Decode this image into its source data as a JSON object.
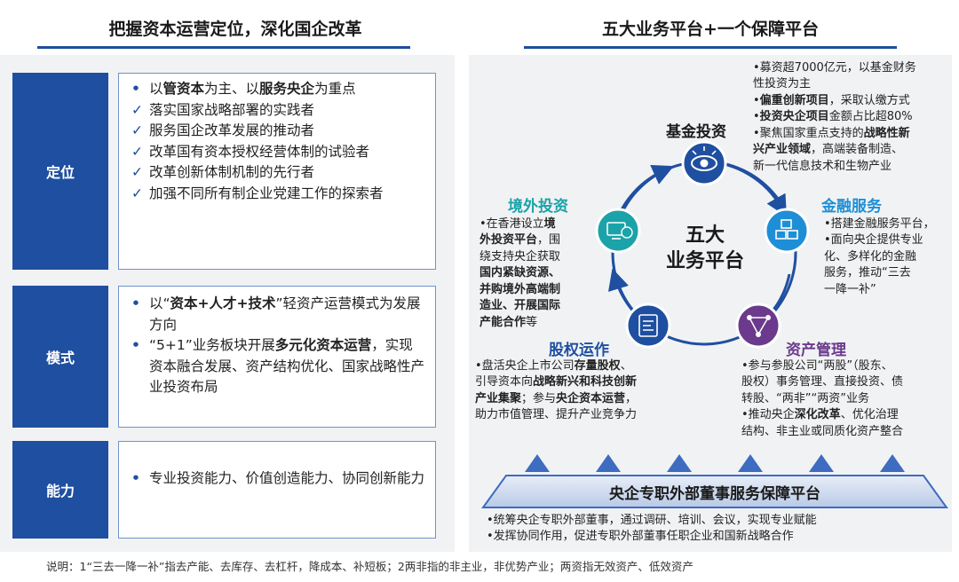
{
  "left_title": "把握资本运营定位，深化国企改革",
  "right_title": "五大业务平台+一个保障平台",
  "positioning": {
    "label": "定位",
    "items": [
      {
        "bullet": "•",
        "parts": [
          {
            "t": "以"
          },
          {
            "t": "管资本",
            "b": true
          },
          {
            "t": "为主、以"
          },
          {
            "t": "服务央企",
            "b": true
          },
          {
            "t": "为重点"
          }
        ]
      },
      {
        "bullet": "✓",
        "parts": [
          {
            "t": "落实国家战略部署的实践者"
          }
        ]
      },
      {
        "bullet": "✓",
        "parts": [
          {
            "t": "服务国企改革发展的推动者"
          }
        ]
      },
      {
        "bullet": "✓",
        "parts": [
          {
            "t": "改革国有资本授权经营体制的试验者"
          }
        ]
      },
      {
        "bullet": "✓",
        "parts": [
          {
            "t": "改革创新体制机制的先行者"
          }
        ]
      },
      {
        "bullet": "✓",
        "parts": [
          {
            "t": "加强不同所有制企业党建工作的探索者"
          }
        ]
      }
    ]
  },
  "mode": {
    "label": "模式",
    "items": [
      {
        "bullet": "•",
        "parts": [
          {
            "t": "以“"
          },
          {
            "t": "资本+人才+技术",
            "b": true
          },
          {
            "t": "”轻资产运营模式为发展方向"
          }
        ]
      },
      {
        "bullet": "•",
        "parts": [
          {
            "t": "“5+1”业务板块开展"
          },
          {
            "t": "多元化资本运营",
            "b": true
          },
          {
            "t": "，实现资本融合发展、资产结构优化、国家战略性产业投资布局"
          }
        ]
      }
    ]
  },
  "capability": {
    "label": "能力",
    "items": [
      {
        "bullet": "•",
        "parts": [
          {
            "t": "专业投资能力、价值创造能力、协同创新能力"
          }
        ]
      }
    ]
  },
  "center_label": [
    "五大",
    "业务平台"
  ],
  "platforms": {
    "fund": {
      "title": "基金投资",
      "icon": "eye-icon",
      "desc": [
        [
          {
            "t": "•募资超7000亿元，以基金财务"
          }
        ],
        [
          {
            "t": "性投资为主"
          }
        ],
        [
          {
            "t": "•"
          },
          {
            "t": "偏重创新项目",
            "b": true
          },
          {
            "t": "，采取认缴方式"
          }
        ],
        [
          {
            "t": "•"
          },
          {
            "t": "投资央企项目",
            "b": true
          },
          {
            "t": "金额占比超80%"
          }
        ],
        [
          {
            "t": "•聚焦国家重点支持的"
          },
          {
            "t": "战略性新",
            "b": true
          }
        ],
        [
          {
            "t": "兴产业领域",
            "b": true
          },
          {
            "t": "，高端装备制造、"
          }
        ],
        [
          {
            "t": "新一代信息技术和生物产业"
          }
        ]
      ]
    },
    "finance": {
      "title": "金融服务",
      "icon": "cubes-icon",
      "desc": [
        [
          {
            "t": "•搭建金融服务平台，"
          }
        ],
        [
          {
            "t": "•面向央企提供专业"
          }
        ],
        [
          {
            "t": "化、多样化的金融"
          }
        ],
        [
          {
            "t": "服务，推动“三去"
          }
        ],
        [
          {
            "t": "一降一补”"
          }
        ]
      ]
    },
    "asset": {
      "title": "资产管理",
      "icon": "network-icon",
      "desc": [
        [
          {
            "t": "•参与参股公司“两股”（股东、"
          }
        ],
        [
          {
            "t": "股权）事务管理、直接投资、债"
          }
        ],
        [
          {
            "t": "转股、“两非”“两资”业务"
          }
        ],
        [
          {
            "t": "•推动央企"
          },
          {
            "t": "深化改革",
            "b": true
          },
          {
            "t": "、优化治理"
          }
        ],
        [
          {
            "t": "结构、非主业或同质化资产整合"
          }
        ]
      ]
    },
    "equity": {
      "title": "股权运作",
      "icon": "document-code-icon",
      "desc": [
        [
          {
            "t": "•盘活央企上市公司"
          },
          {
            "t": "存量股权",
            "b": true
          },
          {
            "t": "、"
          }
        ],
        [
          {
            "t": "引导资本向"
          },
          {
            "t": "战略新兴和科技创新",
            "b": true
          }
        ],
        [
          {
            "t": "产业集聚",
            "b": true
          },
          {
            "t": "；参与"
          },
          {
            "t": "央企资本运营",
            "b": true
          },
          {
            "t": "，"
          }
        ],
        [
          {
            "t": "助力市值管理、提升产业竞争力"
          }
        ]
      ]
    },
    "overseas": {
      "title": "境外投资",
      "icon": "computer-globe-icon",
      "desc": [
        [
          {
            "t": "•在香港设立"
          },
          {
            "t": "境",
            "b": true
          }
        ],
        [
          {
            "t": "外投资平台",
            "b": true
          },
          {
            "t": "，围"
          }
        ],
        [
          {
            "t": "绕支持央企获取"
          }
        ],
        [
          {
            "t": "国内紧缺资源、",
            "b": true
          }
        ],
        [
          {
            "t": "并购境外高端制",
            "b": true
          }
        ],
        [
          {
            "t": "造业、开展国际",
            "b": true
          }
        ],
        [
          {
            "t": "产能合作",
            "b": true
          },
          {
            "t": "等"
          }
        ]
      ]
    }
  },
  "guarantee": {
    "title": "央企专职外部董事服务保障平台",
    "desc": [
      [
        {
          "t": "•统筹央企专职外部董事，通过调研、培训、会议，实现专业赋能"
        }
      ],
      [
        {
          "t": "•发挥协同作用，促进专职外部董事任职企业和国新战略合作"
        }
      ]
    ]
  },
  "footnote": "说明：1“三去一降一补”指去产能、去库存、去杠杆，降成本、补短板；2两非指的非主业，非优势产业；两资指无效资产、低效资产",
  "colors": {
    "brand_blue": "#1f4fa0",
    "fund": "#1f4fa0",
    "finance": "#1e8fd6",
    "asset": "#6b3a8c",
    "equity": "#1f4fa0",
    "overseas": "#1aa3a8"
  }
}
